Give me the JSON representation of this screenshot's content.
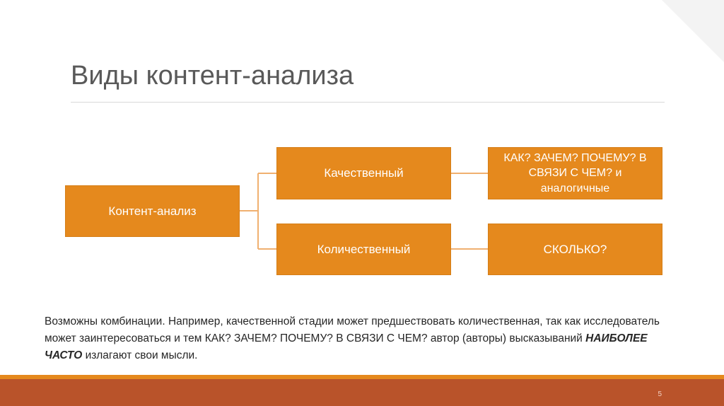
{
  "slide": {
    "title": "Виды контент-анализа",
    "page_number": "5"
  },
  "diagram": {
    "root": "Контент-анализ",
    "branches": [
      {
        "label": "Качественный",
        "result": "КАК? ЗАЧЕМ? ПОЧЕМУ? В СВЯЗИ С ЧЕМ? и аналогичные"
      },
      {
        "label": "Количественный",
        "result": "СКОЛЬКО?"
      }
    ]
  },
  "text": {
    "part1": "Возможны комбинации. Например, качественной стадии может предшествовать  количественная, так как исследователь может заинтересоваться и тем КАК? ЗАЧЕМ? ПОЧЕМУ? В СВЯЗИ С ЧЕМ? автор (авторы) высказываний ",
    "emphasis": "НАИБОЛЕЕ ЧАСТО",
    "part2": " излагают свои мысли."
  },
  "colors": {
    "box_fill": "#e5891d",
    "connector": "#f0b070",
    "footer": "#b9532a"
  }
}
